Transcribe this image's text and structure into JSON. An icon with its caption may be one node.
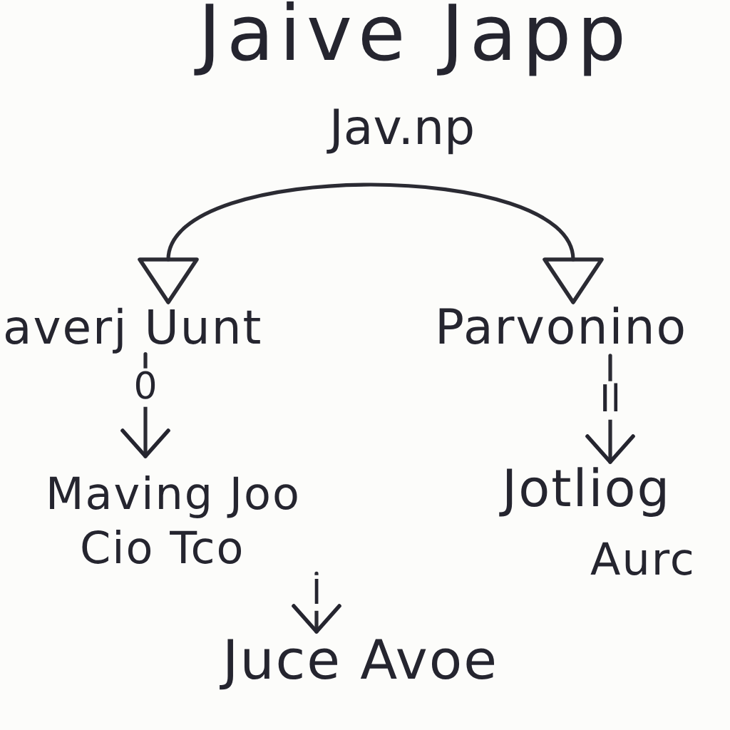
{
  "diagram": {
    "title": "Jaive Japp",
    "nodes": [
      {
        "text": [
          "averj Uunt"
        ]
      },
      {
        "text": [
          "Parvonino"
        ]
      },
      {
        "text": [
          "Maving Joo",
          "Cio Tco"
        ]
      },
      {
        "text": [
          "Jotliog",
          "Aurc"
        ]
      },
      {
        "text": [
          "Juce Avoe"
        ]
      }
    ],
    "edges": [
      {
        "from": 0,
        "to": 1,
        "arrow": "both"
      },
      {
        "from": 0,
        "to": 2,
        "arrow": "to",
        "label": "0"
      },
      {
        "from": 1,
        "to": 3,
        "arrow": "to",
        "label": "Il"
      },
      {
        "from": 2,
        "to": 4,
        "arrow": "to",
        "label": "I"
      }
    ],
    "labels": [
      "Jav.np"
    ]
  }
}
